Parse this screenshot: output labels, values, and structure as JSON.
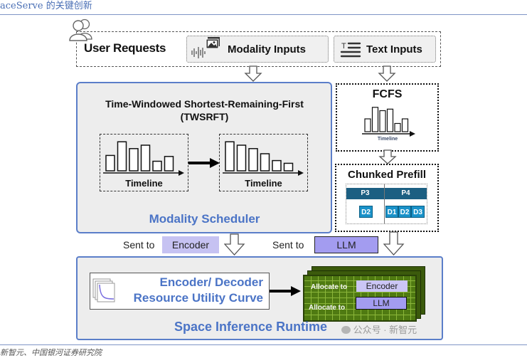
{
  "header": {
    "title": "aceServe 的关键创新"
  },
  "footer": {
    "source": "新智元、中国银河证券研究院"
  },
  "colors": {
    "accent_blue": "#4b74c6",
    "box_border": "#5b7ec9",
    "encoder_badge": "#c6c2f2",
    "llm_badge": "#a39cf0",
    "prefill": "#1c5f82",
    "decode": "#1a92c9",
    "gpu_green": "#4f7a12"
  },
  "user_requests": {
    "title": "User Requests",
    "icon": "users-icon",
    "modality_inputs": {
      "label": "Modality  Inputs",
      "icons": [
        "audio-waveform-icon",
        "image-icon"
      ]
    },
    "text_inputs": {
      "label": "Text Inputs",
      "icon": "text-lines-icon"
    }
  },
  "modality_scheduler": {
    "title_line1": "Time-Windowed Shortest-Remaining-First",
    "title_line2": "(TWSRFT)",
    "name": "Modality Scheduler",
    "before": {
      "label": "Timeline",
      "bars": [
        0.45,
        0.85,
        0.65,
        0.75,
        0.28,
        0.42
      ]
    },
    "after": {
      "label": "Timeline",
      "bars": [
        0.85,
        0.75,
        0.65,
        0.5,
        0.3,
        0.22
      ]
    }
  },
  "fcfs": {
    "title": "FCFS",
    "timeline_label": "Timeline",
    "bars": [
      0.5,
      0.95,
      0.82,
      0.88,
      0.32,
      0.5
    ]
  },
  "chunked_prefill": {
    "title": "Chunked Prefill",
    "prefill": [
      "P3",
      "P4"
    ],
    "decode_left": [
      "D2"
    ],
    "decode_right": [
      "D1",
      "D2",
      "D3"
    ]
  },
  "dispatch": {
    "encoder": {
      "prefix": "Sent to",
      "target": "Encoder"
    },
    "llm": {
      "prefix": "Sent to",
      "target": "LLM"
    }
  },
  "runtime": {
    "curve_line1": "Encoder/ Decoder",
    "curve_line2": "Resource Utility Curve",
    "name": "Space Inference Runtime",
    "allocations": [
      {
        "prefix": "Allocate to",
        "target": "Encoder"
      },
      {
        "prefix": "Allocate to",
        "target": "LLM"
      }
    ]
  },
  "watermark": "公众号 · 新智元"
}
